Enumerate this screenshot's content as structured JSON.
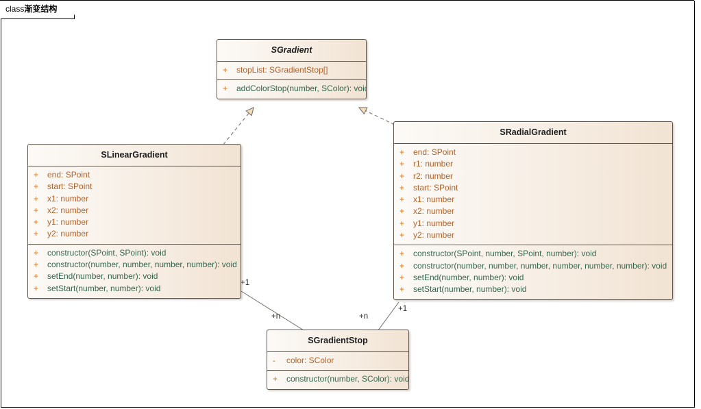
{
  "frame": {
    "keyword": "class",
    "name": "渐变结构"
  },
  "colors": {
    "box_border": "#5d544a",
    "header_fill_left": "#fcfaf7",
    "header_fill_right": "#f2e3d3",
    "attribute_text": "#b5632a",
    "method_text": "#34664e",
    "visibility_text": "#cf6b18",
    "frame_border": "#000000",
    "connector_line": "#6f6a64",
    "arrow_fill": "#f5dcb9"
  },
  "classes": [
    {
      "id": "sgradient",
      "name": "SGradient",
      "abstract": true,
      "attributes": [
        {
          "visibility": "+",
          "text": "stopList: SGradientStop[]"
        }
      ],
      "methods": [
        {
          "visibility": "+",
          "text": "addColorStop(number, SColor): void"
        }
      ]
    },
    {
      "id": "slineargradient",
      "name": "SLinearGradient",
      "abstract": false,
      "attributes": [
        {
          "visibility": "+",
          "text": "end: SPoint"
        },
        {
          "visibility": "+",
          "text": "start: SPoint"
        },
        {
          "visibility": "+",
          "text": "x1: number"
        },
        {
          "visibility": "+",
          "text": "x2: number"
        },
        {
          "visibility": "+",
          "text": "y1: number"
        },
        {
          "visibility": "+",
          "text": "y2: number"
        }
      ],
      "methods": [
        {
          "visibility": "+",
          "text": "constructor(SPoint, SPoint): void"
        },
        {
          "visibility": "+",
          "text": "constructor(number, number, number, number): void"
        },
        {
          "visibility": "+",
          "text": "setEnd(number, number): void"
        },
        {
          "visibility": "+",
          "text": "setStart(number, number): void"
        }
      ]
    },
    {
      "id": "sradialgradient",
      "name": "SRadialGradient",
      "abstract": false,
      "attributes": [
        {
          "visibility": "+",
          "text": "end: SPoint"
        },
        {
          "visibility": "+",
          "text": "r1: number"
        },
        {
          "visibility": "+",
          "text": "r2: number"
        },
        {
          "visibility": "+",
          "text": "start: SPoint"
        },
        {
          "visibility": "+",
          "text": "x1: number"
        },
        {
          "visibility": "+",
          "text": "x2: number"
        },
        {
          "visibility": "+",
          "text": "y1: number"
        },
        {
          "visibility": "+",
          "text": "y2: number"
        }
      ],
      "methods": [
        {
          "visibility": "+",
          "text": "constructor(SPoint, number, SPoint, number): void"
        },
        {
          "visibility": "+",
          "text": "constructor(number, number, number, number, number, number): void"
        },
        {
          "visibility": "+",
          "text": "setEnd(number, number): void"
        },
        {
          "visibility": "+",
          "text": "setStart(number, number): void"
        }
      ]
    },
    {
      "id": "sgradientstop",
      "name": "SGradientStop",
      "abstract": false,
      "attributes": [
        {
          "visibility": "-",
          "text": "color: SColor"
        }
      ],
      "methods": [
        {
          "visibility": "+",
          "text": "constructor(number, SColor): void"
        }
      ]
    }
  ],
  "relations": [
    {
      "id": "lin-realizes-grad",
      "kind": "realization",
      "from": "SLinearGradient",
      "to": "SGradient"
    },
    {
      "id": "rad-realizes-grad",
      "kind": "realization",
      "from": "SRadialGradient",
      "to": "SGradient"
    },
    {
      "id": "lin-assoc-stop",
      "kind": "association",
      "from": "SLinearGradient",
      "to": "SGradientStop",
      "source_multiplicity": "+1",
      "target_multiplicity": "+n"
    },
    {
      "id": "rad-assoc-stop",
      "kind": "association",
      "from": "SRadialGradient",
      "to": "SGradientStop",
      "source_multiplicity": "+1",
      "target_multiplicity": "+n"
    }
  ],
  "multiplicities": {
    "linear_source": "+1",
    "linear_target": "+n",
    "radial_source": "+1",
    "radial_target": "+n"
  }
}
